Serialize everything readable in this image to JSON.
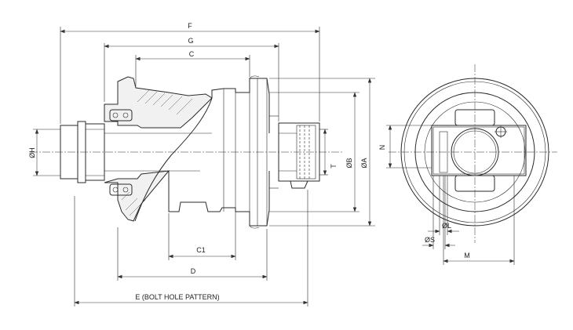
{
  "labels": {
    "F": "F",
    "G": "G",
    "C": "C",
    "C1": "C1",
    "D": "D",
    "E": "E (BOLT HOLE PATTERN)",
    "H": "ØH",
    "B": "ØB",
    "A": "ØA",
    "T": "T",
    "N": "N",
    "L": "ØL",
    "S": "ØS",
    "M": "M"
  }
}
